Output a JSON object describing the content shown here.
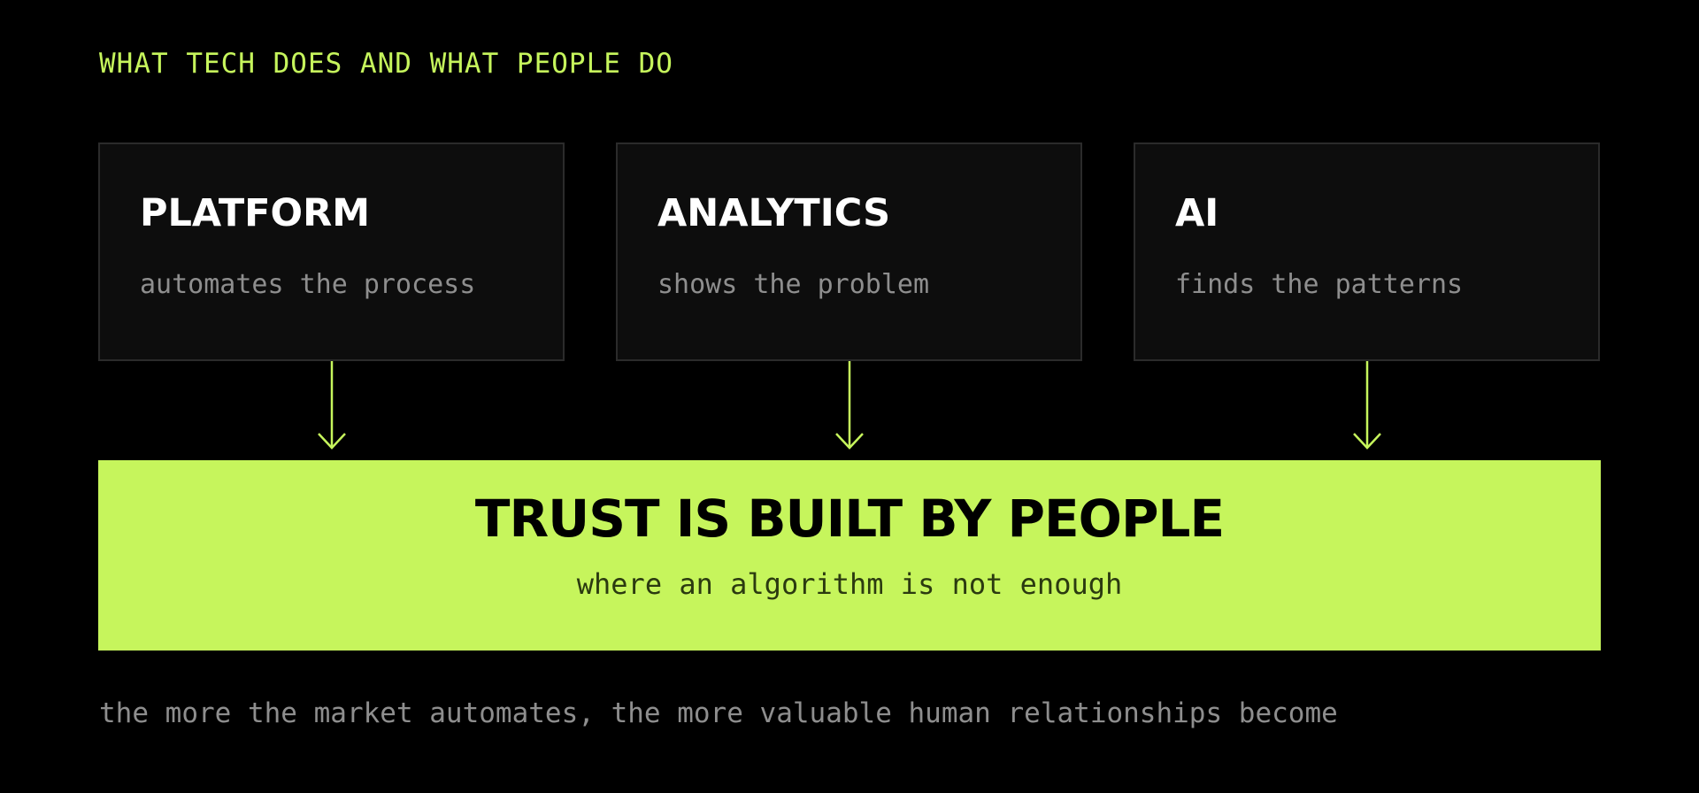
{
  "heading": "WHAT TECH DOES AND WHAT PEOPLE DO",
  "cards": [
    {
      "title": "PLATFORM",
      "subtitle": "automates the process"
    },
    {
      "title": "ANALYTICS",
      "subtitle": "shows the problem"
    },
    {
      "title": "AI",
      "subtitle": "finds the patterns"
    }
  ],
  "banner": {
    "title": "TRUST IS BUILT BY PEOPLE",
    "subtitle": "where an algorithm is not enough"
  },
  "footer": "the more the market automates, the more valuable human relationships become",
  "colors": {
    "accent": "#c6f55c",
    "background": "#000000",
    "card_background": "#0d0d0d",
    "card_border": "#2b2b2b",
    "muted_text": "#8e8e8e",
    "title_text": "#ffffff"
  },
  "icons": [
    "arrow-down-icon",
    "arrow-down-icon",
    "arrow-down-icon"
  ]
}
